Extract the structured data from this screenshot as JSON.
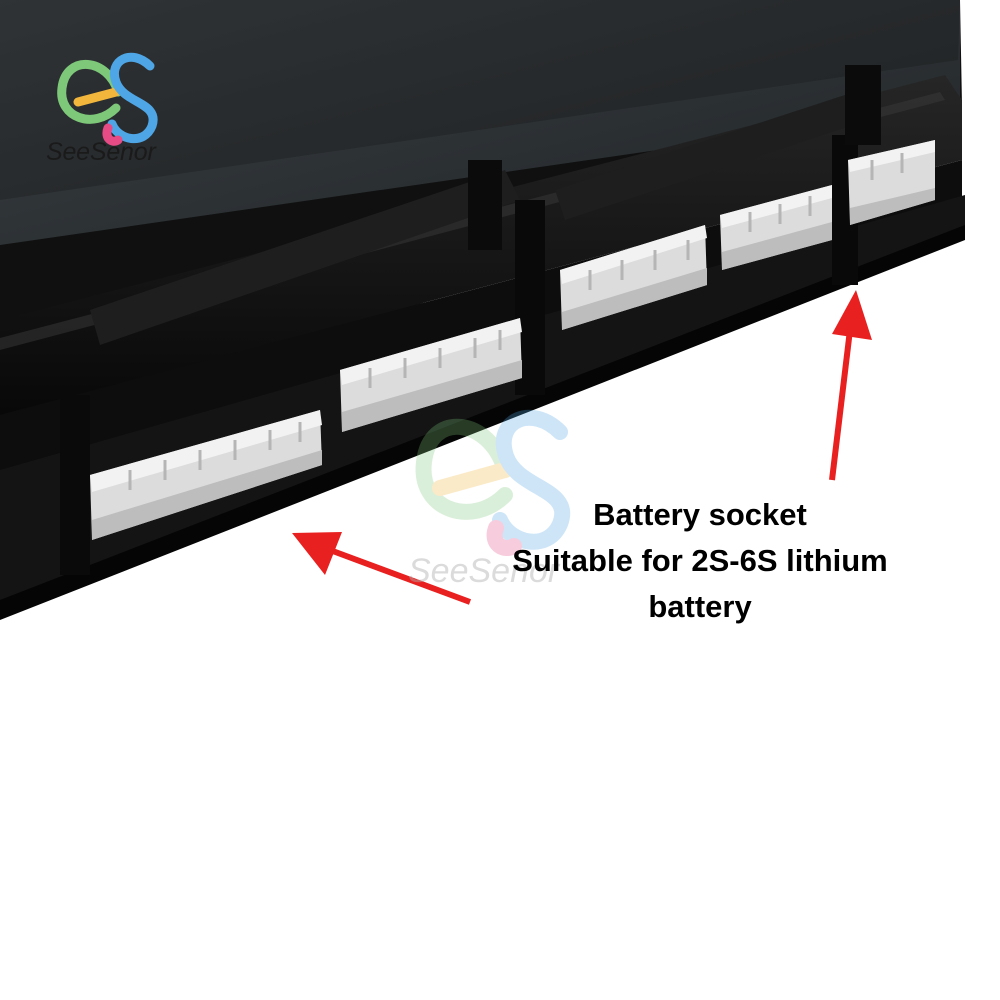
{
  "brand": {
    "name": "SeeSenor",
    "watermark": "SeeSenor",
    "logo_colors": [
      "#7ec87a",
      "#f2b63c",
      "#4fa6e6",
      "#e64b86"
    ]
  },
  "caption": {
    "line1": "Battery socket",
    "line2": "Suitable for 2S-6S lithium",
    "line3": "battery"
  },
  "colors": {
    "arrow": "#e8201f",
    "device_body": "#141414",
    "socket": "#e6e6e6",
    "screen": "#2c3134"
  }
}
